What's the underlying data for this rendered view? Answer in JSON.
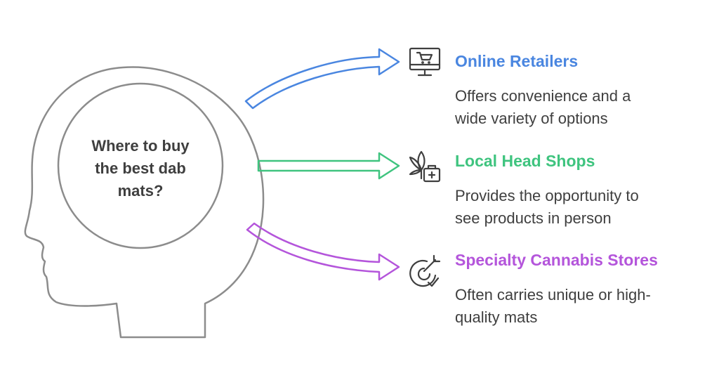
{
  "question": {
    "lines": [
      "Where to buy",
      "the best dab",
      "mats?"
    ]
  },
  "options": [
    {
      "title": "Online Retailers",
      "desc_lines": [
        "Offers convenience and a",
        "wide variety of options"
      ],
      "color": "#4a86e0",
      "icon": "computer-cart-icon"
    },
    {
      "title": "Local Head Shops",
      "desc_lines": [
        "Provides the opportunity to",
        "see products in person"
      ],
      "color": "#3fc47f",
      "icon": "cannabis-leaf-icon"
    },
    {
      "title": "Specialty Cannabis Stores",
      "desc_lines": [
        "Often carries unique or high-",
        "quality mats"
      ],
      "color": "#b455db",
      "icon": "target-check-icon"
    }
  ],
  "colors": {
    "head_outline": "#8c8c8c",
    "icon_stroke": "#3f3f3f",
    "text": "#3f3f3f"
  }
}
